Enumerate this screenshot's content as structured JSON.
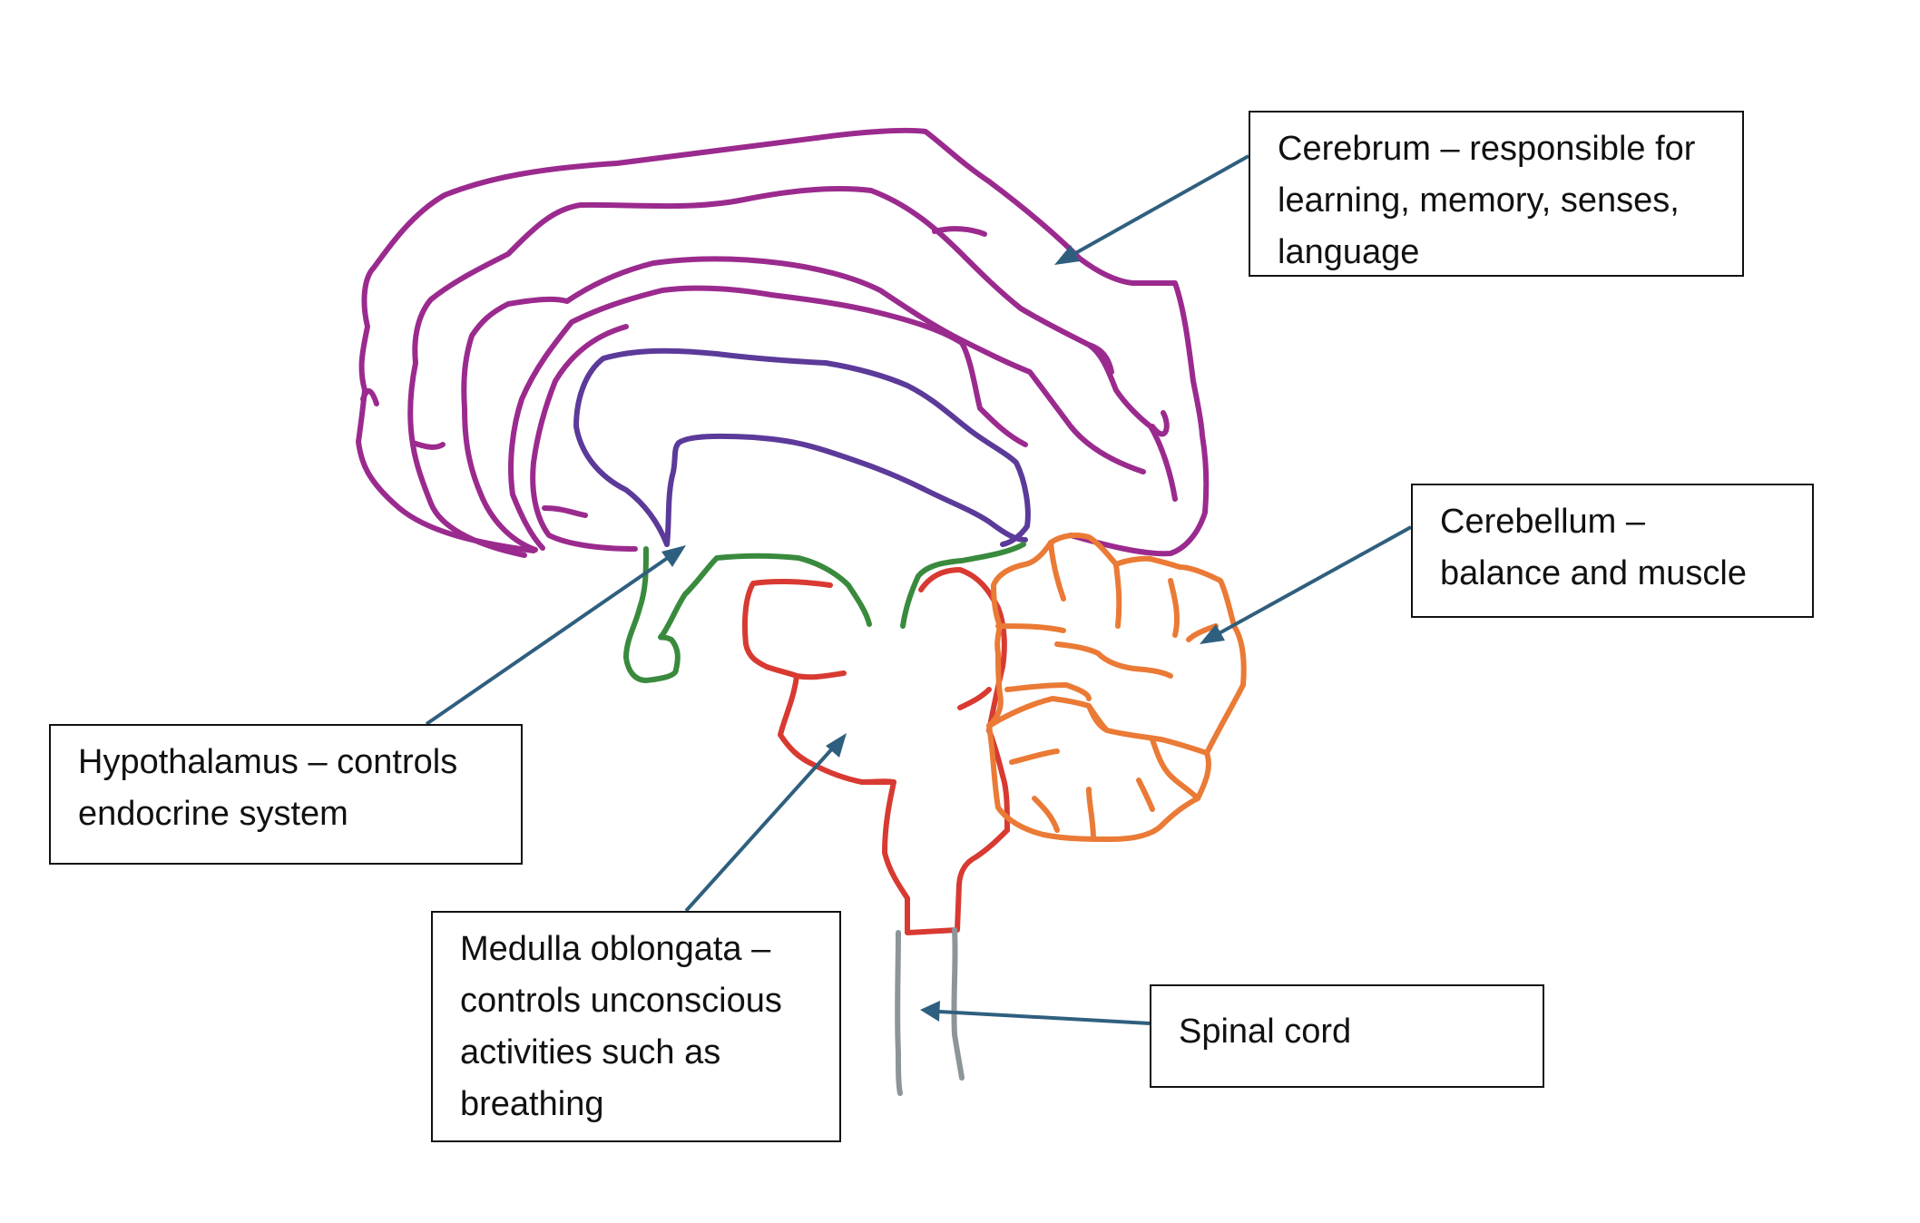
{
  "colors": {
    "cerebrum": "#9b2a8e",
    "corpus_callosum": "#5b3a9a",
    "hypothalamus": "#3a8a3e",
    "brainstem": "#d83a32",
    "cerebellum": "#ea7a35",
    "spinal_cord": "#8c9598",
    "arrow": "#2f5f7e"
  },
  "labels": {
    "cerebrum": "Cerebrum – responsible for learning, memory, senses, language",
    "cerebellum": "Cerebellum –\nbalance and muscle",
    "hypothalamus": "Hypothalamus – controls endocrine system",
    "medulla": "Medulla oblongata – controls unconscious activities such as breathing",
    "spinal_cord": "Spinal cord"
  }
}
